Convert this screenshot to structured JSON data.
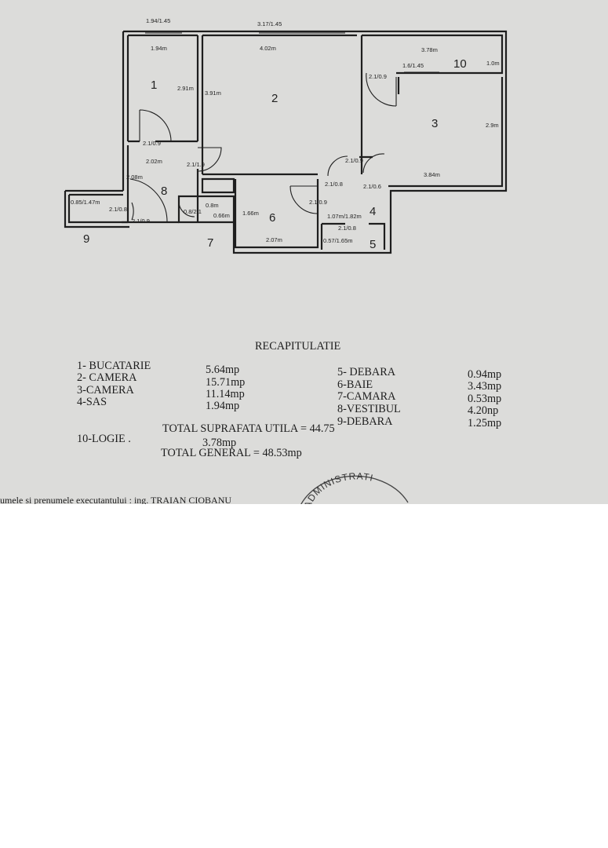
{
  "plan": {
    "room_numbers": [
      "1",
      "2",
      "3",
      "4",
      "5",
      "6",
      "7",
      "8",
      "9",
      "10"
    ],
    "dims": {
      "top_window_1": "1.94/1.45",
      "top_window_2": "3.17/1.45",
      "r1_width": "1.94m",
      "r1_depth": "2.91m",
      "r2_depth": "3.91m",
      "r2_width": "4.02m",
      "r10_width": "3.78m",
      "r10_depth": "1.0m",
      "r10_door": "1.6/1.45",
      "r3_door": "2.1/0.9",
      "r3_depth": "2.9m",
      "r3_width": "3.84m",
      "r1_door": "2.1/0.9",
      "r8_width": "2.02m",
      "r2_door": "2.1/1.9",
      "r8_depth": "2.08m",
      "r9_dims": "0.85/1.47m",
      "r9_door": "2.1/0.8",
      "entry_door": "2.1/0.9",
      "r7_door": "0.8/2.1",
      "r7_w": "0.8m",
      "r7_d": "0.66m",
      "r6_depth": "1.66m",
      "r6_width": "2.07m",
      "r6_door": "2.1/0.9",
      "r4_door_top": "2.1/0.9",
      "r4_door_left": "2.1/0.8",
      "r4_door_right": "2.1/0.6",
      "r4_dims": "1.07m/1.82m",
      "r5_door": "2.1/0.8",
      "r5_dims": "0.57/1.65m"
    }
  },
  "recap": {
    "title": "RECAPITULATIE",
    "left": [
      {
        "name": "1- BUCATARIE",
        "area": "5.64mp"
      },
      {
        "name": "2- CAMERA",
        "area": "15.71mp"
      },
      {
        "name": "3-CAMERA",
        "area": "11.14mp"
      },
      {
        "name": "4-SAS",
        "area": "1.94mp"
      }
    ],
    "right": [
      {
        "name": "5- DEBARA",
        "area": "0.94mp"
      },
      {
        "name": "6-BAIE",
        "area": "3.43mp"
      },
      {
        "name": "7-CAMARA",
        "area": "0.53mp"
      },
      {
        "name": "8-VESTIBUL",
        "area": "4.20np"
      },
      {
        "name": "9-DEBARA",
        "area": "1.25mp"
      }
    ],
    "total_util": "TOTAL SUPRAFATA UTILA = 44.75",
    "logie_name": "10-LOGIE .",
    "logie_area": "3.78mp",
    "total_general": "TOTAL GENERAL = 48.53mp"
  },
  "footer": {
    "executant": "umele si prenumele executantului : ing. TRAIAN CIOBANU",
    "stamp_text": "ADMINISTRATI"
  }
}
